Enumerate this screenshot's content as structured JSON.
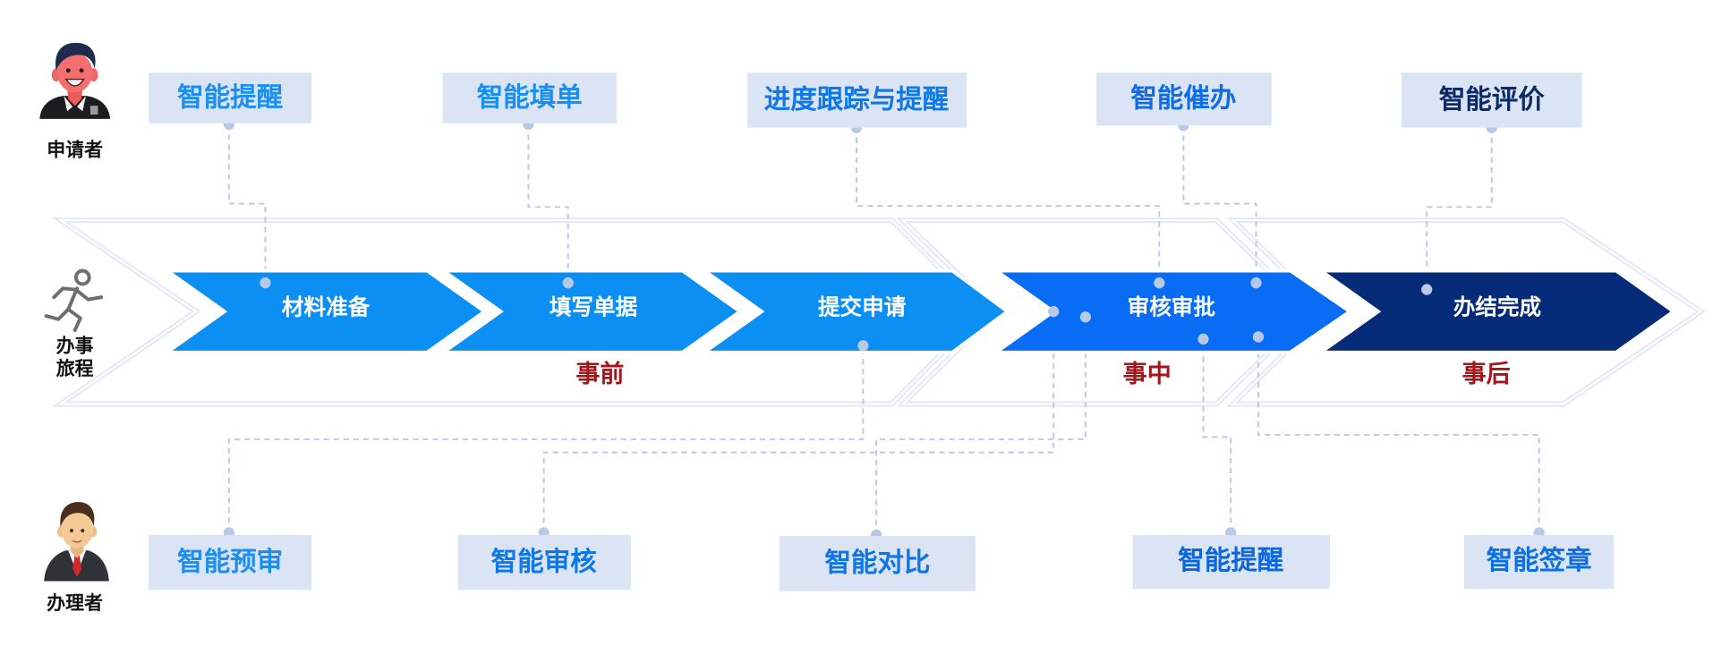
{
  "roles": {
    "applicant": {
      "label": "申请者",
      "icon": "applicant-avatar-icon"
    },
    "journey": {
      "label_lines": [
        "办事",
        "旅程"
      ],
      "icon": "runner-icon"
    },
    "handler": {
      "label": "办理者",
      "icon": "handler-avatar-icon"
    }
  },
  "stages": [
    {
      "label": "材料准备",
      "color": "#0b8ff3"
    },
    {
      "label": "填写单据",
      "color": "#0b8ff3"
    },
    {
      "label": "提交申请",
      "color": "#0b8ff3"
    },
    {
      "label": "审核审批",
      "color": "#096cf5"
    },
    {
      "label": "办结完成",
      "color": "#062b79"
    }
  ],
  "stage_label_color": "#ffffff",
  "phases": [
    {
      "label": "事前"
    },
    {
      "label": "事中"
    },
    {
      "label": "事后"
    }
  ],
  "phase_color": "#a3161b",
  "feature_box_color": "#dae4f5",
  "applicant_features": [
    {
      "label": "智能提醒",
      "color": "#1a8ef1"
    },
    {
      "label": "智能填单",
      "color": "#1a8ef1"
    },
    {
      "label": "进度跟踪与提醒",
      "color": "#0f78e9"
    },
    {
      "label": "智能催办",
      "color": "#0d6ce6"
    },
    {
      "label": "智能评价",
      "color": "#0b2a66"
    }
  ],
  "handler_features": [
    {
      "label": "智能预审",
      "color": "#1a8ef1"
    },
    {
      "label": "智能审核",
      "color": "#0f78e9"
    },
    {
      "label": "智能对比",
      "color": "#0f74e8"
    },
    {
      "label": "智能提醒",
      "color": "#0b66e0"
    },
    {
      "label": "智能签章",
      "color": "#0d6fe6"
    }
  ]
}
